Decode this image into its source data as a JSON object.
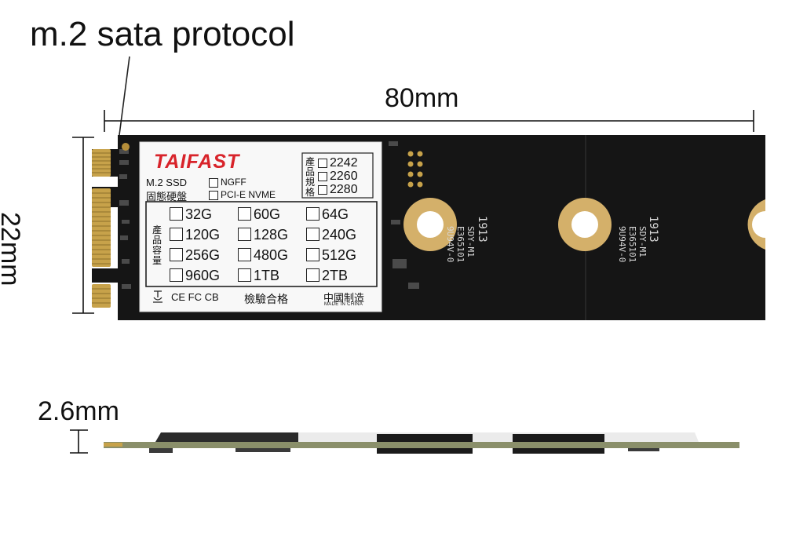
{
  "title": "m.2 sata protocol",
  "dimensions": {
    "length": "80mm",
    "width": "22mm",
    "thickness": "2.6mm"
  },
  "label": {
    "brand": "TAIFAST",
    "type": "M.2 SSD",
    "cn_type": "固態硬盤",
    "interface_options": [
      "NGFF",
      "PCI-E NVME"
    ],
    "size_header": "產品規格",
    "sizes": [
      "2242",
      "2260",
      "2280"
    ],
    "capacity_header": "產品容量",
    "capacities": [
      "32G",
      "60G",
      "64G",
      "120G",
      "128G",
      "240G",
      "256G",
      "480G",
      "512G",
      "960G",
      "1TB",
      "2TB"
    ],
    "certifications": "CE FC CB",
    "cert_cn": "檢驗合格",
    "made_in_cn": "中國制造",
    "made_in_en": "MADE IN CHINA"
  },
  "silkscreen": [
    "SDY-M1",
    "E365101",
    "9U94V-0",
    "1913"
  ],
  "colors": {
    "pcb": "#141414",
    "gold": "#c7a24a",
    "brand_red": "#d8232a",
    "side_pcb": "#8a8f6a"
  }
}
